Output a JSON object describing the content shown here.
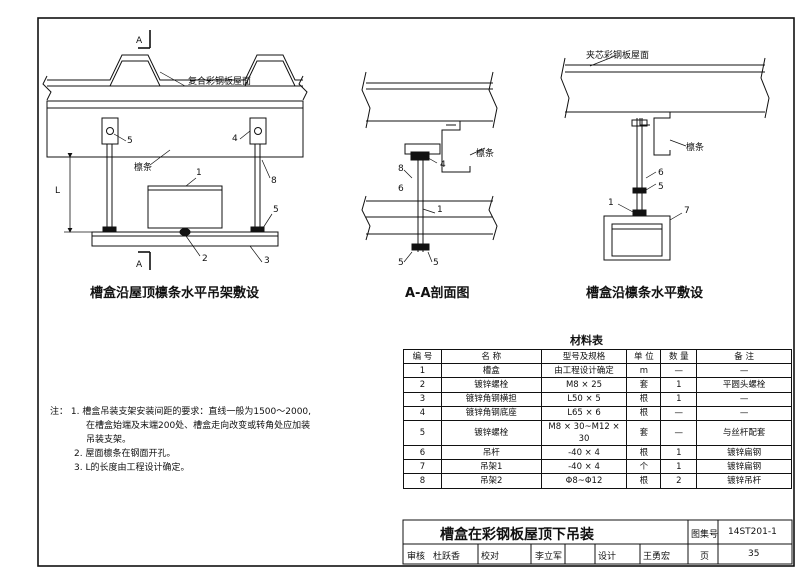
{
  "views": {
    "left": {
      "caption": "槽盒沿屋顶檩条水平吊架敷设",
      "section_mark": "A",
      "roof_label": "复合彩钢板屋面",
      "purlin_label": "檩条",
      "dimension": "L",
      "callouts": [
        "1",
        "2",
        "3",
        "4",
        "5",
        "5",
        "8"
      ]
    },
    "middle": {
      "caption": "A-A剖面图",
      "purlin_label": "檩条",
      "callouts": [
        "1",
        "4",
        "5",
        "5",
        "6",
        "8"
      ]
    },
    "right": {
      "caption": "槽盒沿檩条水平敷设",
      "roof_label": "夹芯彩钢板屋面",
      "purlin_label": "檩条",
      "callouts": [
        "1",
        "5",
        "6",
        "7"
      ]
    }
  },
  "notes": {
    "prefix": "注：",
    "lines": [
      "1.  槽盒吊装支架安装间距的要求：直线一般为1500～2000,",
      "在槽盒始端及末端200处、槽盒走向改变或转角处应加装",
      "吊装支架。",
      "2.  屋面檩条在钢面开孔。",
      "3.  L的长度由工程设计确定。"
    ]
  },
  "materials": {
    "title": "材料表",
    "headers": [
      "编 号",
      "名  称",
      "型号及规格",
      "单 位",
      "数 量",
      "备  注"
    ],
    "rows": [
      [
        "1",
        "槽盒",
        "由工程设计确定",
        "m",
        "—",
        "—"
      ],
      [
        "2",
        "镀锌螺栓",
        "M8 × 25",
        "套",
        "1",
        "平圆头螺栓"
      ],
      [
        "3",
        "镀锌角钢横担",
        "L50 × 5",
        "根",
        "1",
        "—"
      ],
      [
        "4",
        "镀锌角钢底座",
        "L65 × 6",
        "根",
        "—",
        "—"
      ],
      [
        "5",
        "镀锌螺栓",
        "M8 × 30~M12 × 30",
        "套",
        "—",
        "与丝杆配套"
      ],
      [
        "6",
        "吊杆",
        "-40 × 4",
        "根",
        "1",
        "镀锌扁钢"
      ],
      [
        "7",
        "吊架1",
        "-40 × 4",
        "个",
        "1",
        "镀锌扁钢"
      ],
      [
        "8",
        "吊架2",
        "Φ8~Φ12",
        "根",
        "2",
        "镀锌吊杆"
      ]
    ]
  },
  "title_block": {
    "title": "槽盒在彩钢板屋顶下吊装",
    "atlas_label": "图集号",
    "atlas_no": "14ST201-1",
    "page_label": "页",
    "page_no": "35",
    "roles": [
      "审核",
      "校对",
      "设计"
    ],
    "names": [
      "杜跃香",
      "李立军",
      "王勇宏"
    ]
  }
}
